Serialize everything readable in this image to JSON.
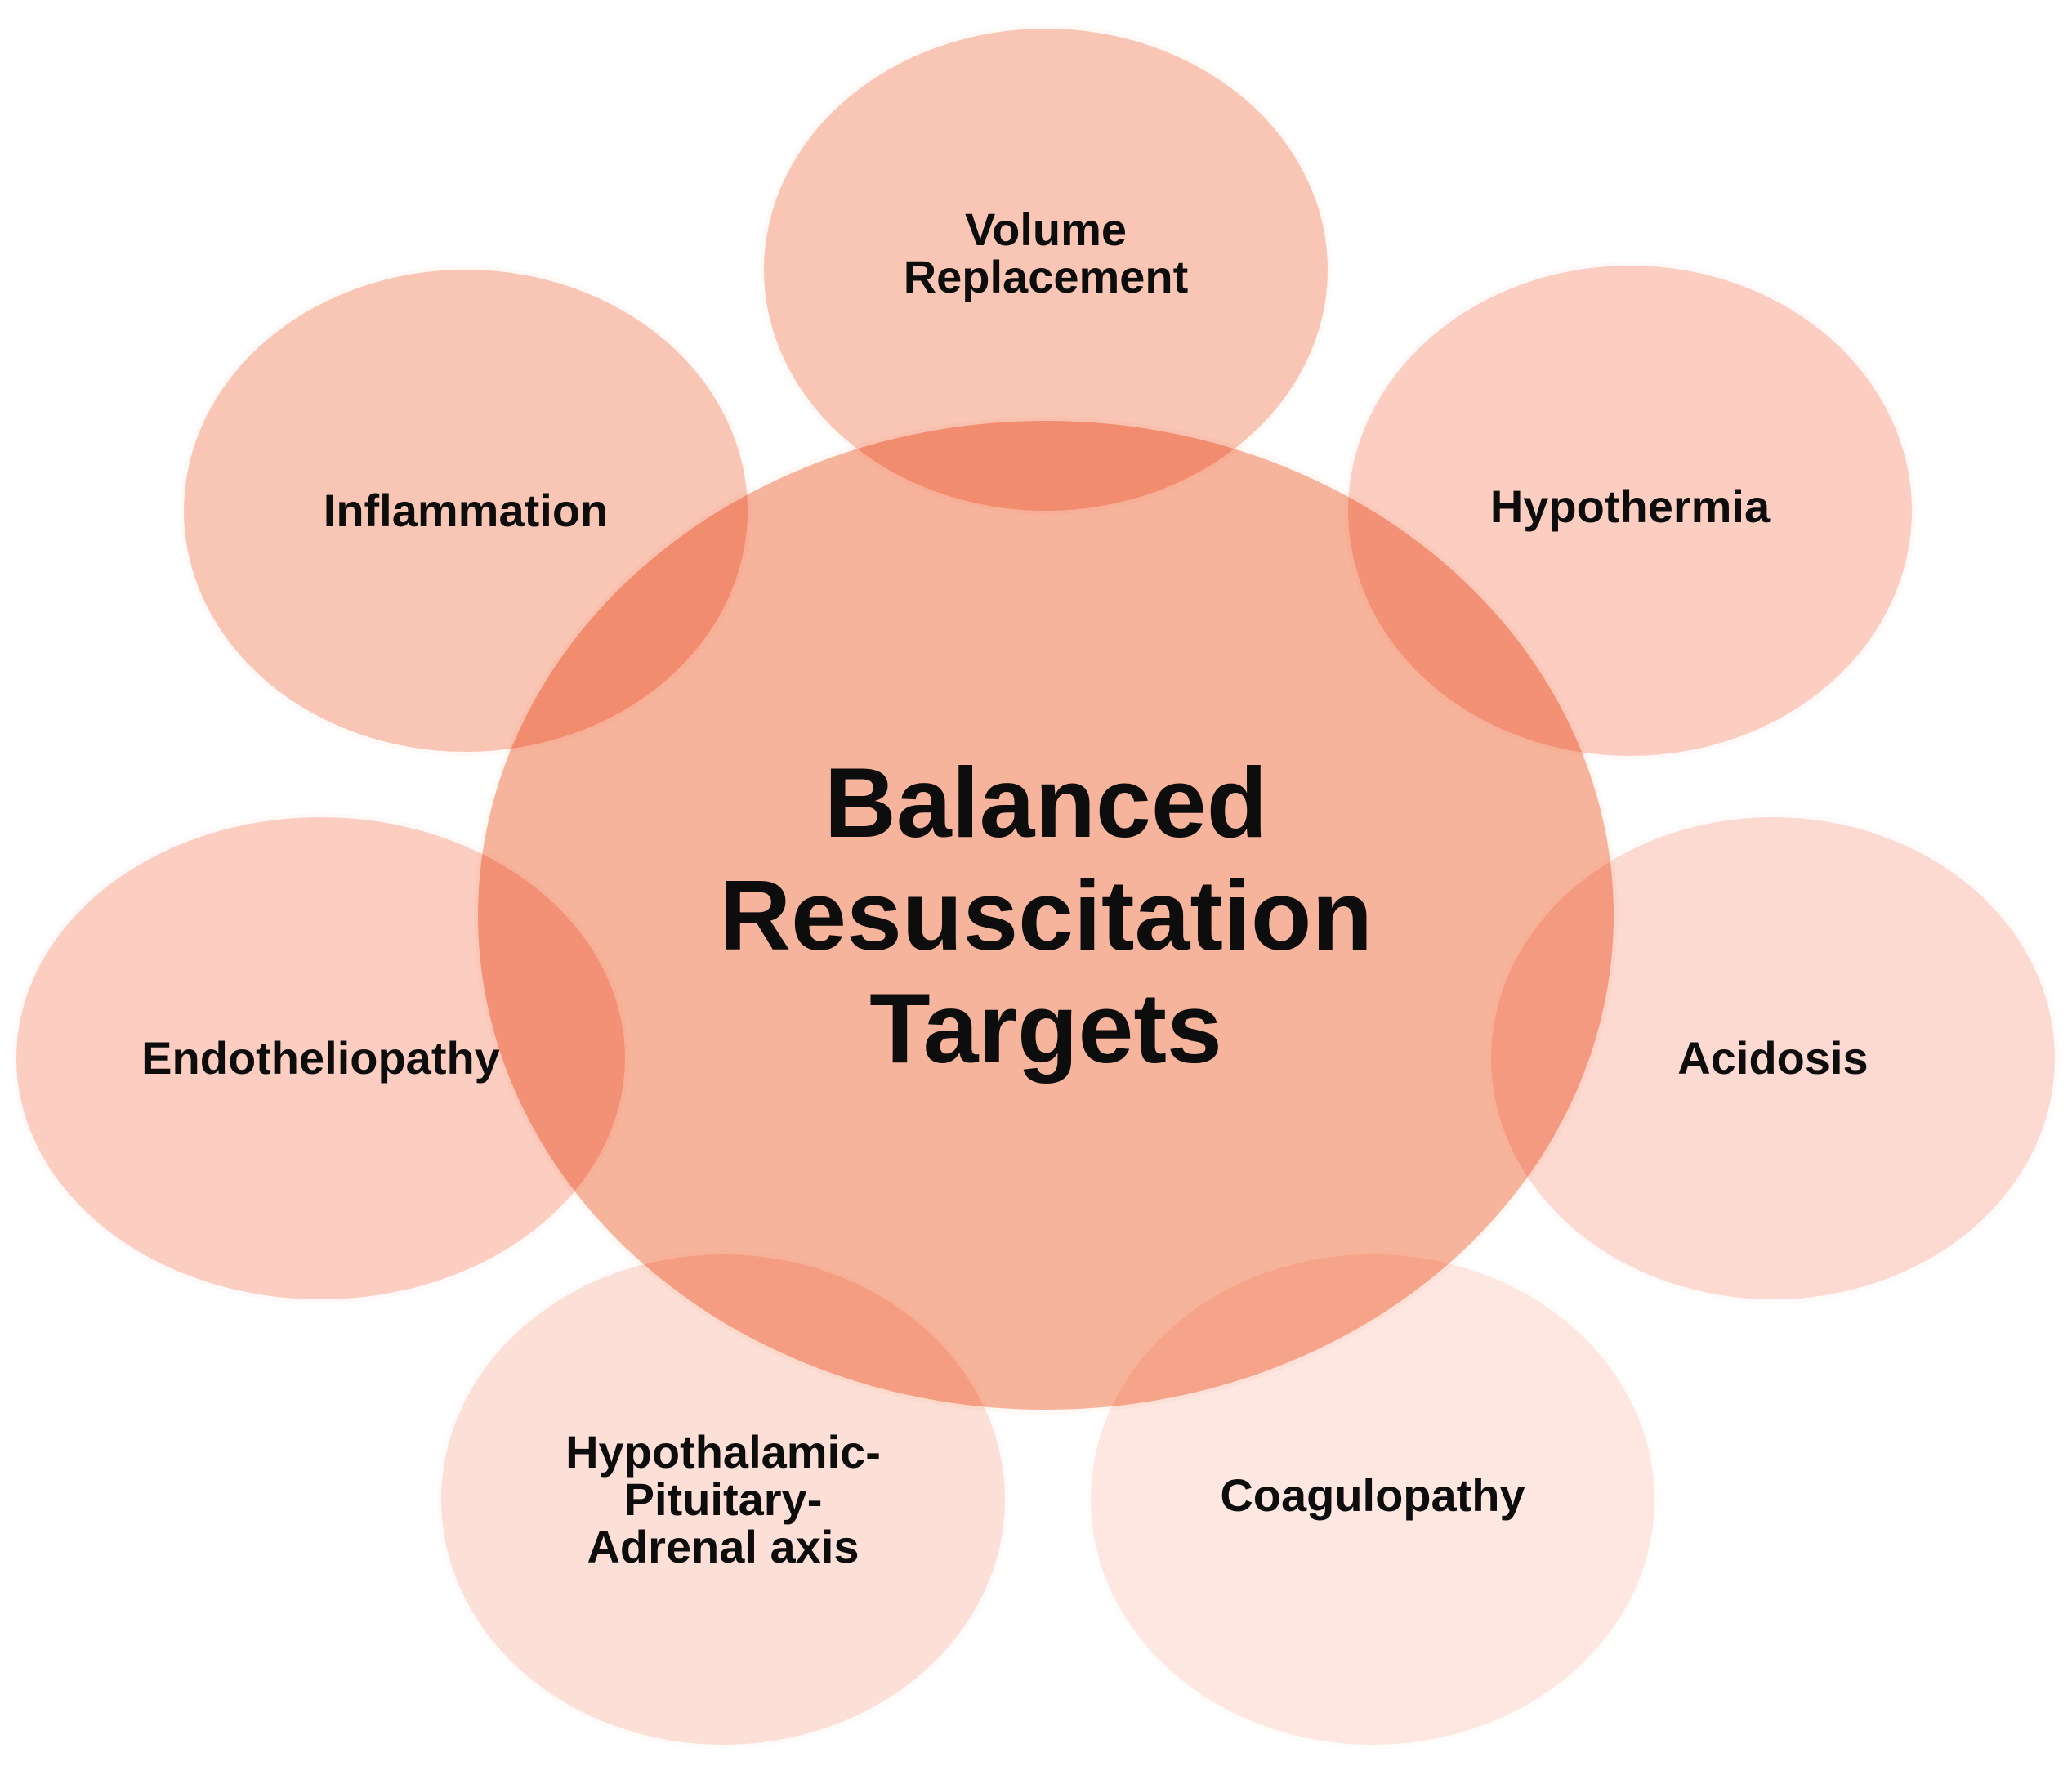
{
  "diagram": {
    "center": {
      "lines": [
        "Balanced",
        "Resuscitation",
        "Targets"
      ],
      "color": "#f7b49c"
    },
    "satellites": [
      {
        "id": "volume-replacement",
        "lines": [
          "Volume",
          "Replacement"
        ],
        "color": "#f8b9a5"
      },
      {
        "id": "hypothermia",
        "lines": [
          "Hypothermia"
        ],
        "color": "#fac3b3"
      },
      {
        "id": "acidosis",
        "lines": [
          "Acidosis"
        ],
        "color": "#fcd2c7"
      },
      {
        "id": "coagulopathy",
        "lines": [
          "Coagulopathy"
        ],
        "color": "#fde2da"
      },
      {
        "id": "hpa-axis",
        "lines": [
          "Hypothalamic-",
          "Pituitary-",
          "Adrenal axis"
        ],
        "color": "#fcd8cd"
      },
      {
        "id": "endotheliopathy",
        "lines": [
          "Endotheliopathy"
        ],
        "color": "#fac3b3"
      },
      {
        "id": "inflammation",
        "lines": [
          "Inflammation"
        ],
        "color": "#f8b9a5"
      }
    ]
  }
}
